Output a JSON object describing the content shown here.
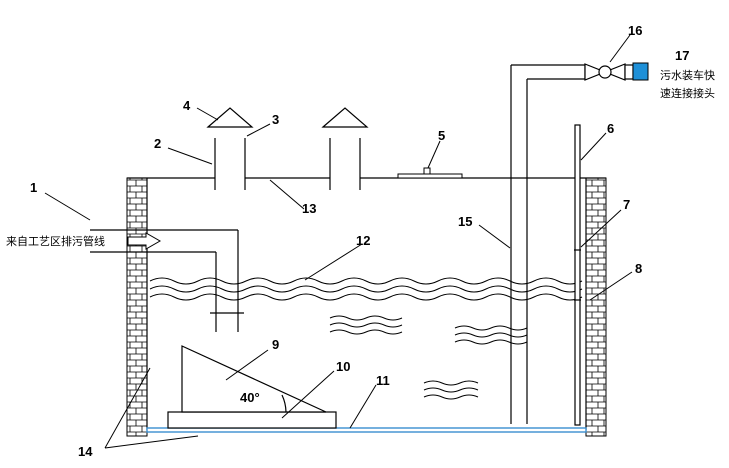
{
  "labels": {
    "l1": "1",
    "l2": "2",
    "l3": "3",
    "l4": "4",
    "l5": "5",
    "l6": "6",
    "l7": "7",
    "l8": "8",
    "l9": "9",
    "l10": "10",
    "l11": "11",
    "l12": "12",
    "l13": "13",
    "l14": "14",
    "l15": "15",
    "l16": "16",
    "l17": "17"
  },
  "inlet_text": "来自工艺区排污管线",
  "connector_text_line1": "污水装车快",
  "connector_text_line2": "速连接接头",
  "angle_text": "40°",
  "colors": {
    "line": "#000000",
    "water_line": "#3a8fd0",
    "connector_fill": "#1e90d8",
    "brick": "#000000"
  }
}
